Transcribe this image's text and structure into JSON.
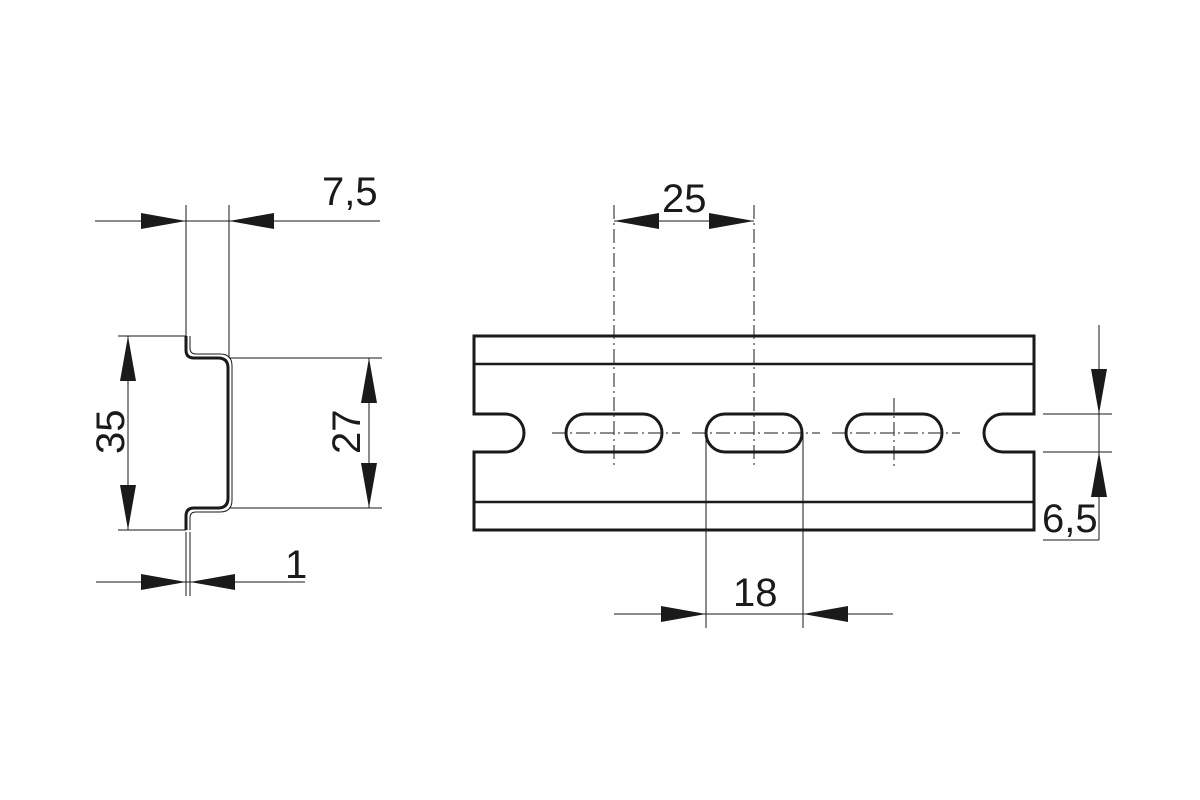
{
  "dimensions": {
    "top_width": "7,5",
    "height_total": "35",
    "height_inner": "27",
    "thickness": "1",
    "slot_pitch": "25",
    "slot_length": "18",
    "slot_width": "6,5"
  },
  "colors": {
    "line": "#1a1a1a",
    "background": "#ffffff"
  }
}
